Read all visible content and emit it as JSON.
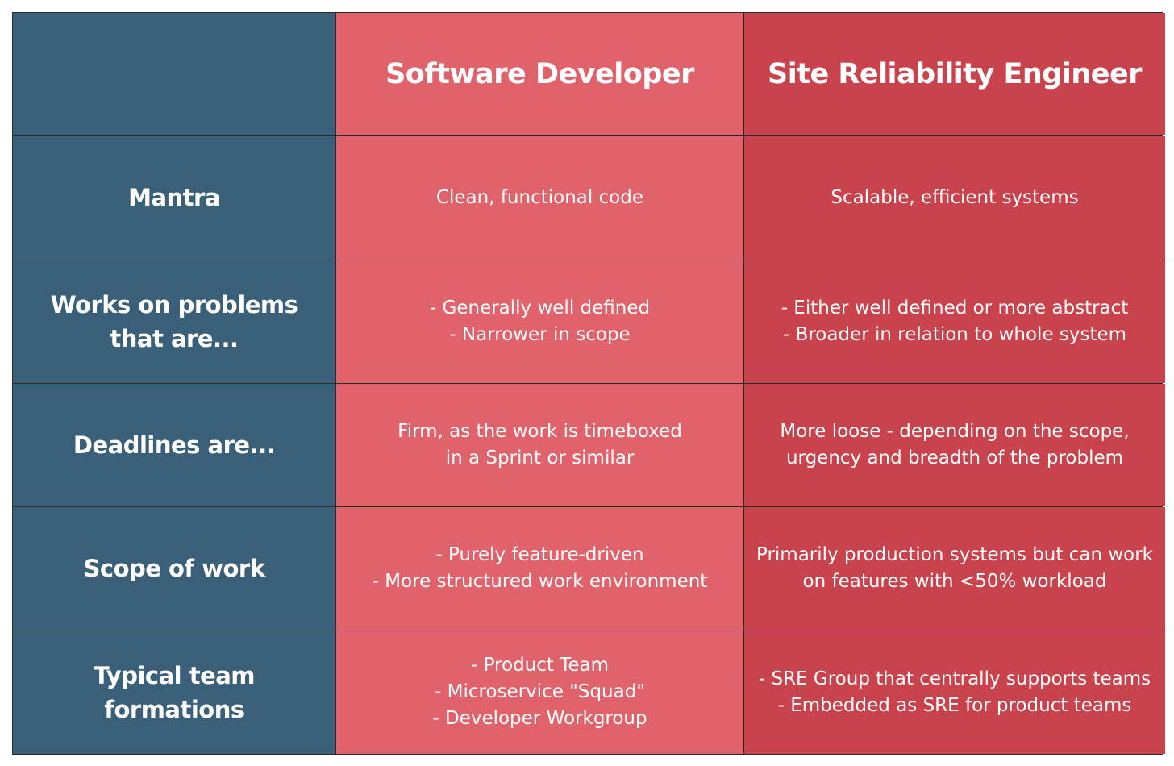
{
  "headers": {
    "corner": "",
    "software_developer": "Software Developer",
    "sre": "Site Reliability Engineer"
  },
  "rows": [
    {
      "label": "Mantra",
      "developer": "Clean, functional code",
      "sre": "Scalable, efficient systems"
    },
    {
      "label": "Works on problems\nthat are...",
      "developer": "- Generally well defined\n- Narrower in scope",
      "sre": "- Either well defined or more abstract\n- Broader in relation to whole system"
    },
    {
      "label": "Deadlines are...",
      "developer": "Firm, as the work is timeboxed\nin a Sprint or similar",
      "sre": "More loose - depending on the scope,\nurgency and breadth of the problem"
    },
    {
      "label": "Scope of work",
      "developer": "- Purely feature-driven\n- More structured work environment",
      "sre": "Primarily production systems but can  work\non features with <50% workload"
    },
    {
      "label": "Typical team formations",
      "developer": "- Product Team\n- Microservice \"Squad\"\n- Developer Workgroup",
      "sre": "- SRE Group that centrally supports teams\n- Embedded as SRE for product teams"
    }
  ],
  "colors": {
    "label_column": "#3a5f78",
    "developer_column": "#e0636c",
    "sre_column": "#c9434c",
    "text": "#ffffff"
  }
}
